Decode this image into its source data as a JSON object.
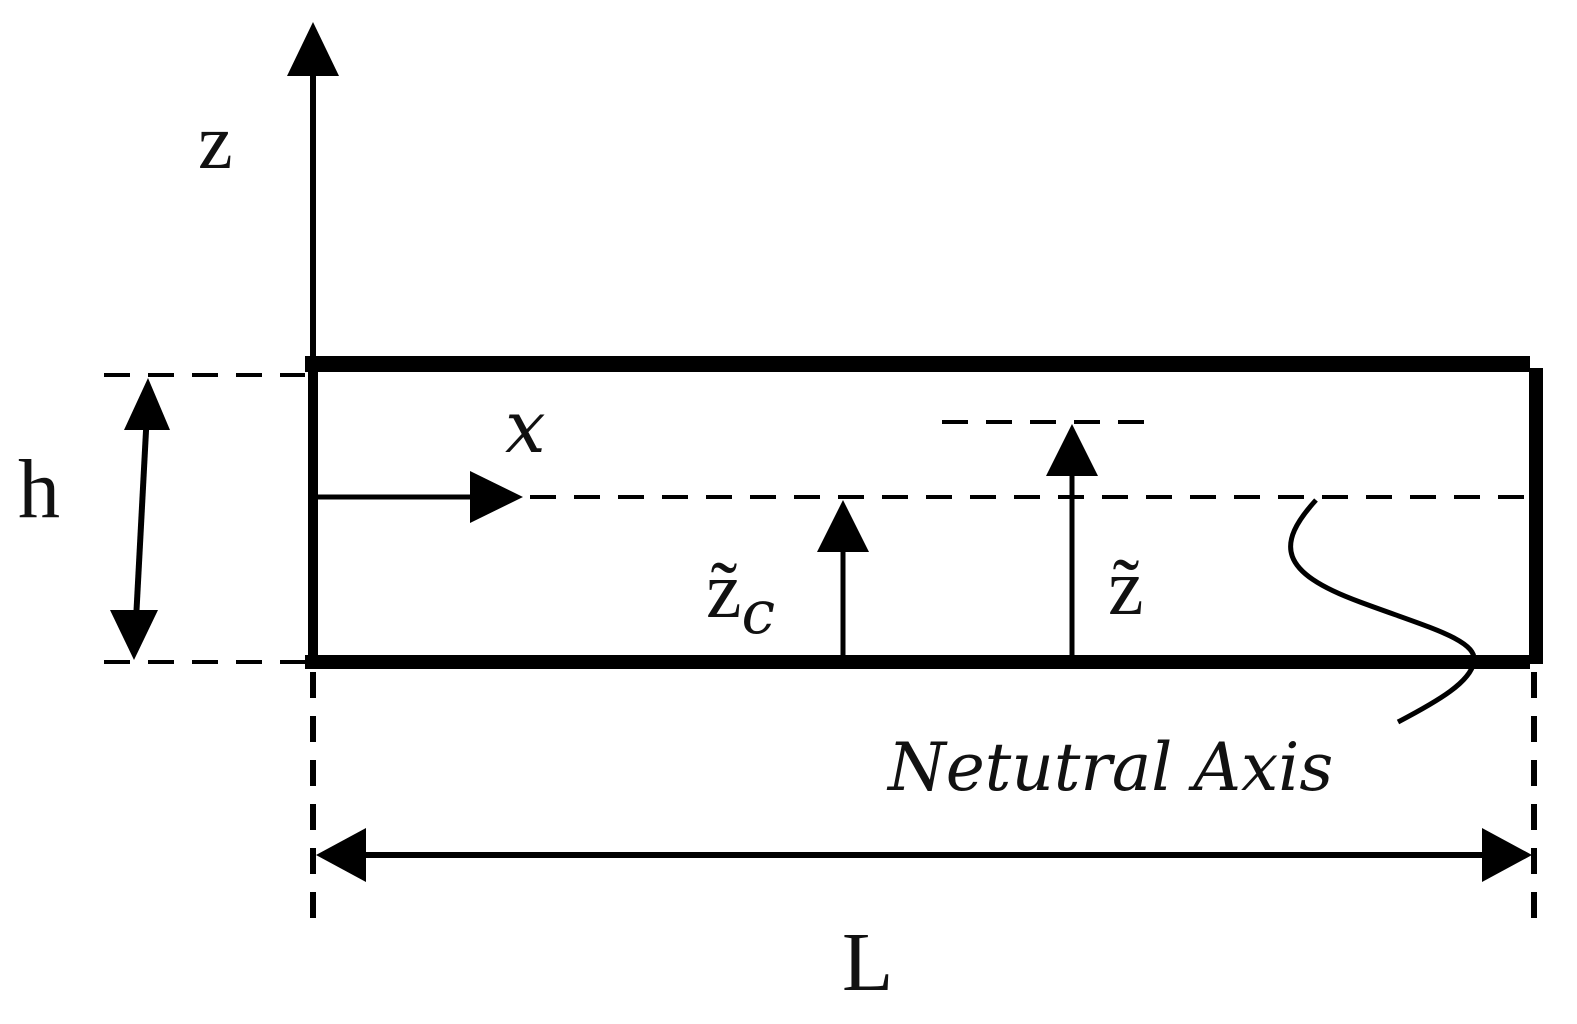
{
  "labels": {
    "z_axis": "z",
    "x_axis": "x",
    "height": "h",
    "length": "L",
    "z_tilde_c_base": "z̃",
    "z_tilde_c_sub": "c",
    "z_tilde": "z̃",
    "neutral_axis": "Netutral Axis"
  },
  "colors": {
    "stroke": "#000000",
    "text": "#111111",
    "background": "#ffffff"
  }
}
